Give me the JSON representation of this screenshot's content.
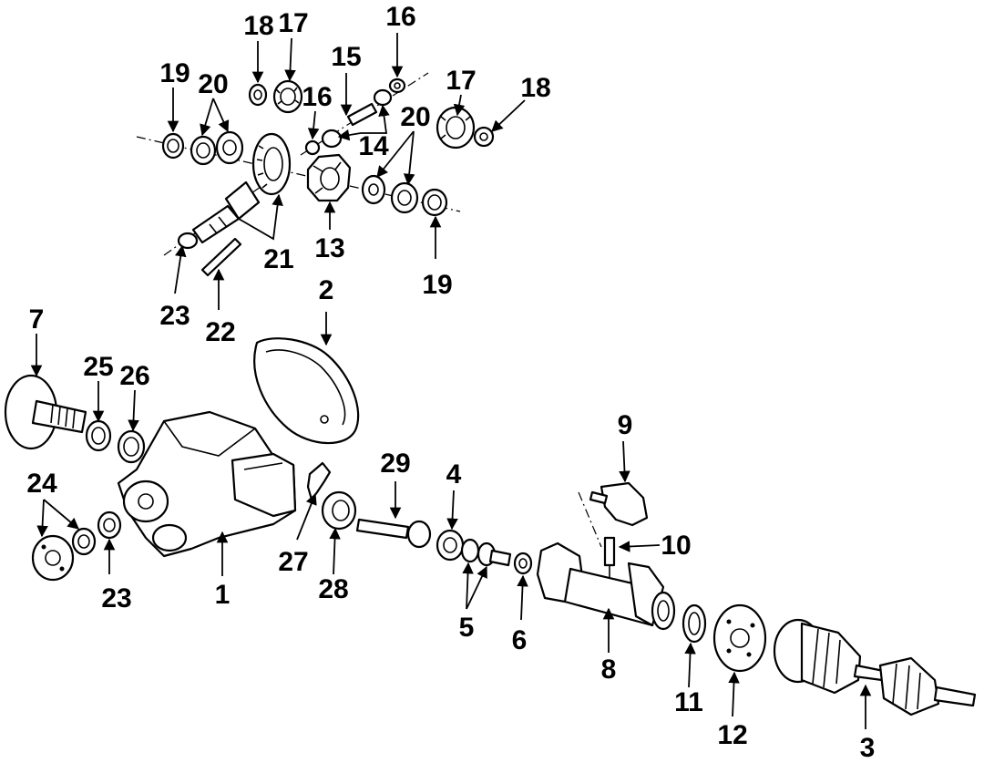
{
  "callouts": {
    "c1": "1",
    "c2": "2",
    "c3": "3",
    "c4": "4",
    "c5": "5",
    "c6": "6",
    "c7": "7",
    "c8": "8",
    "c9": "9",
    "c10": "10",
    "c11": "11",
    "c12": "12",
    "c13": "13",
    "c14": "14",
    "c15": "15",
    "c16a": "16",
    "c16b": "16",
    "c17a": "17",
    "c17b": "17",
    "c18a": "18",
    "c18b": "18",
    "c19a": "19",
    "c19b": "19",
    "c20a": "20",
    "c20b": "20",
    "c21": "21",
    "c22": "22",
    "c23a": "23",
    "c23b": "23",
    "c24": "24",
    "c25": "25",
    "c26": "26",
    "c27": "27",
    "c28": "28",
    "c29": "29"
  }
}
